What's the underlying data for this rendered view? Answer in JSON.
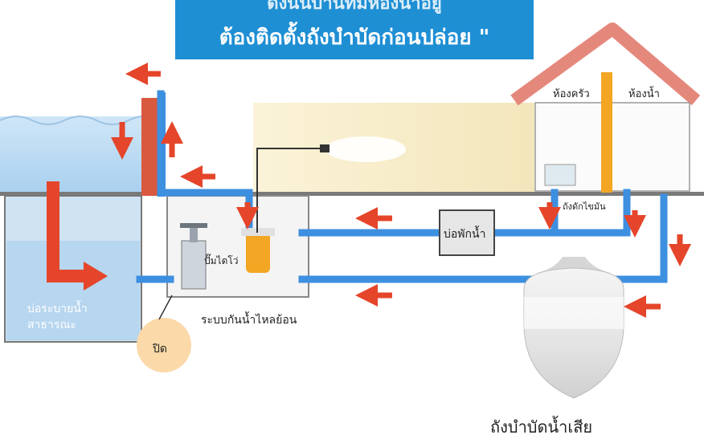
{
  "banner": {
    "line1": "ดังนั้นบ้านที่มีห้องน้ำอยู่",
    "line2": "ต้องติดตั้งถังบำบัดก่อนปล่อย \""
  },
  "labels": {
    "kitchen": "ห้องครัว",
    "bathroom": "ห้องน้ำ",
    "grease_trap": "ถังดักไขมัน",
    "holding_pit": "บ่อพักน้ำ",
    "pump": "ปั๊มไดโว่",
    "public_drain": "บ่อระบายน้ำ",
    "public_drain_2": "สาธารณะ",
    "backflow_system": "ระบบกันน้ำไหลย้อน",
    "close": "ปิด",
    "septic_tank": "ถังบำบัดน้ำเสีย"
  },
  "colors": {
    "pipe": "#3d8fe0",
    "arrow": "#e5452a",
    "water": "#b8d9f2",
    "roof": "#e5887c",
    "orange_pipe": "#f2a623",
    "banner": "#1f8fd4"
  }
}
